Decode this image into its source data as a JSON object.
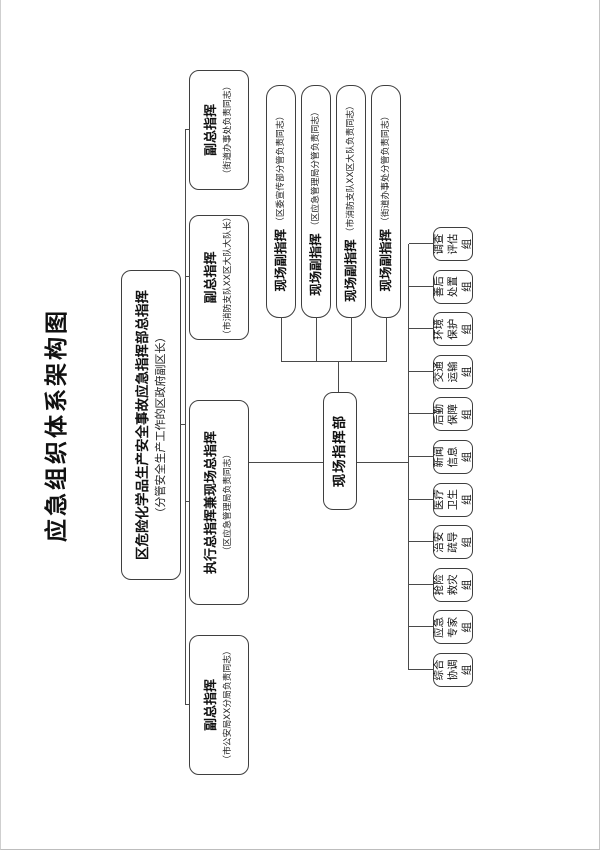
{
  "page": {
    "title": "应急组织体系架构图"
  },
  "root": {
    "title": "区危险化学品生产安全事故应急指挥部总指挥",
    "subtitle": "（分管安全生产工作的区政府副区长）"
  },
  "level2": [
    {
      "title": "副总指挥",
      "subtitle": "（市公安局XX分局负责同志）"
    },
    {
      "title": "执行总指挥兼现场总指挥",
      "subtitle": "（区应急管理局负责同志）"
    },
    {
      "title": "副总指挥",
      "subtitle": "（市消防支队XX区大队大队长）"
    },
    {
      "title": "副总指挥",
      "subtitle": "（街道办事处负责同志）"
    }
  ],
  "hub": {
    "title": "现场指挥部"
  },
  "deputies": [
    {
      "title": "现场副指挥",
      "subtitle": "（区委宣传部分管负责同志）"
    },
    {
      "title": "现场副指挥",
      "subtitle": "（区应急管理局分管负责同志）"
    },
    {
      "title": "现场副指挥",
      "subtitle": "（市消防支队XX区大队负责同志）"
    },
    {
      "title": "现场副指挥",
      "subtitle": "（街道办事处分管负责同志）"
    }
  ],
  "groups": [
    "调查评估组",
    "善后处置组",
    "环境保护组",
    "交通运输组",
    "后勤保障组",
    "新闻信息组",
    "医疗卫生组",
    "治安疏导组",
    "抢险救灾组",
    "应急专家组",
    "综合协调组"
  ],
  "colors": {
    "line": "#4a4a4a",
    "box_border": "#3f3f3f",
    "text": "#1a1a1a",
    "page_bg": "#ffffff"
  }
}
